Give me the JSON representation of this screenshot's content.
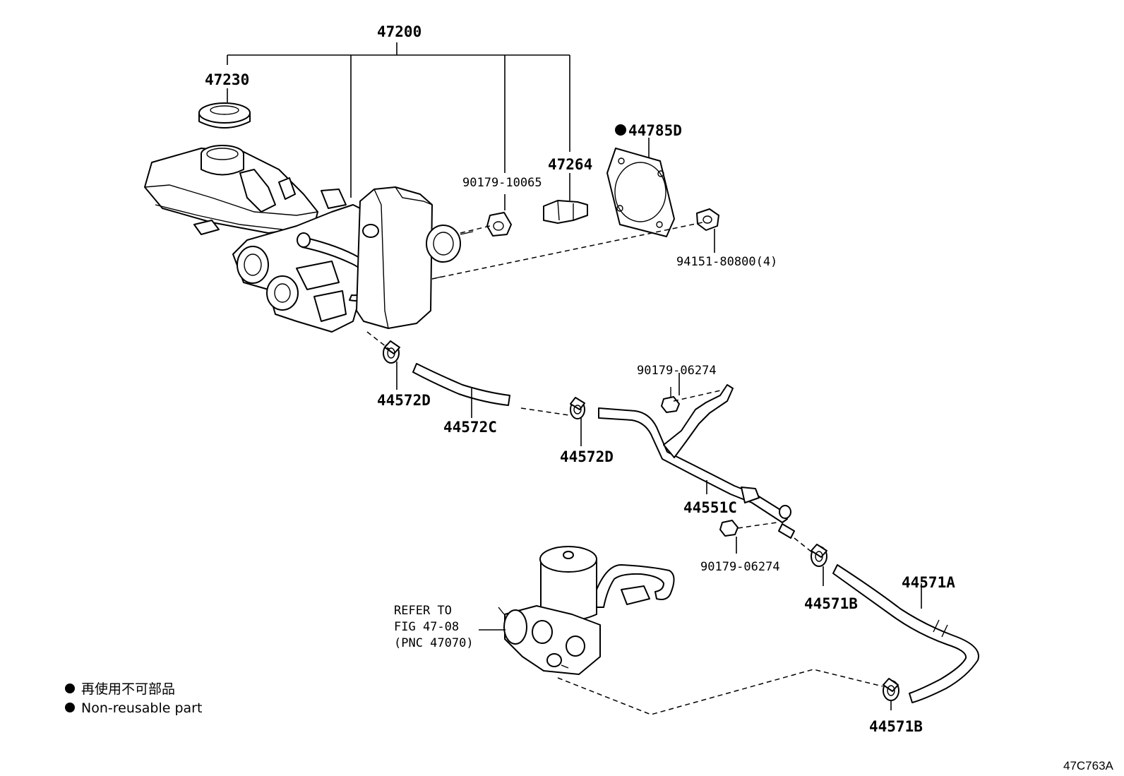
{
  "labels": {
    "master_cylinder_assy": "47200",
    "reservoir_cap": "47230",
    "gasket": "44785D",
    "nut_upper": "90179-10065",
    "bracket_47264": "47264",
    "nut_booster": "94151-80800(4)",
    "clamp_left": "44572D",
    "hose_44572C": "44572C",
    "clamp_middle": "44572D",
    "nut_top": "90179-06274",
    "pipe_44551C": "44551C",
    "nut_bottom": "90179-06274",
    "hose_44571A": "44571A",
    "clamp_upper_right": "44571B",
    "clamp_lower_right": "44571B"
  },
  "refer": {
    "line1": "REFER TO",
    "line2": "FIG 47-08",
    "line3": "(PNC 47070)"
  },
  "legend": {
    "symbol": "●",
    "jp": "再使用不可部品",
    "en": "Non-reusable part"
  },
  "figure_code": "47C763A"
}
